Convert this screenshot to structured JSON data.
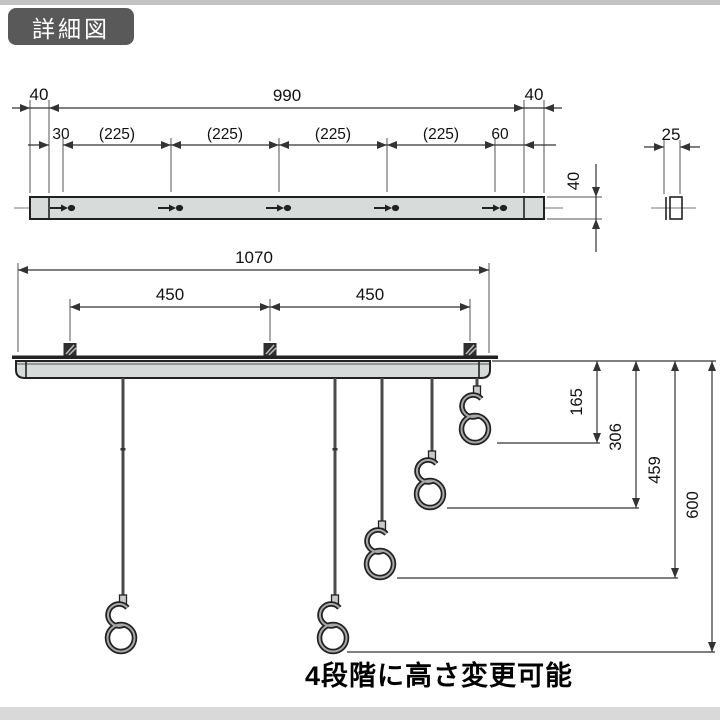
{
  "badge": {
    "label": "詳細図"
  },
  "caption": {
    "text": "4段階に高さ変更可能"
  },
  "top_view": {
    "dim_left_end": "40",
    "dim_body": "990",
    "dim_right_end": "40",
    "dim_first_pitch": "30",
    "dim_pitch": [
      "(225)",
      "(225)",
      "(225)",
      "(225)"
    ],
    "dim_last_pitch": "60",
    "dim_height": "40",
    "cross_section": {
      "dim_width": "25"
    }
  },
  "side_view": {
    "dim_total": "1070",
    "dim_bracket_pitch": [
      "450",
      "450"
    ],
    "dim_hook_drop": [
      "165",
      "306",
      "459",
      "600"
    ]
  },
  "colors": {
    "line": "#222222",
    "rail_fill": "#d7dbda",
    "badge_bg": "#595959",
    "badge_text": "#ffffff",
    "top_strip": "#c3c3c3",
    "bottom_strip": "#d9d9d9"
  }
}
